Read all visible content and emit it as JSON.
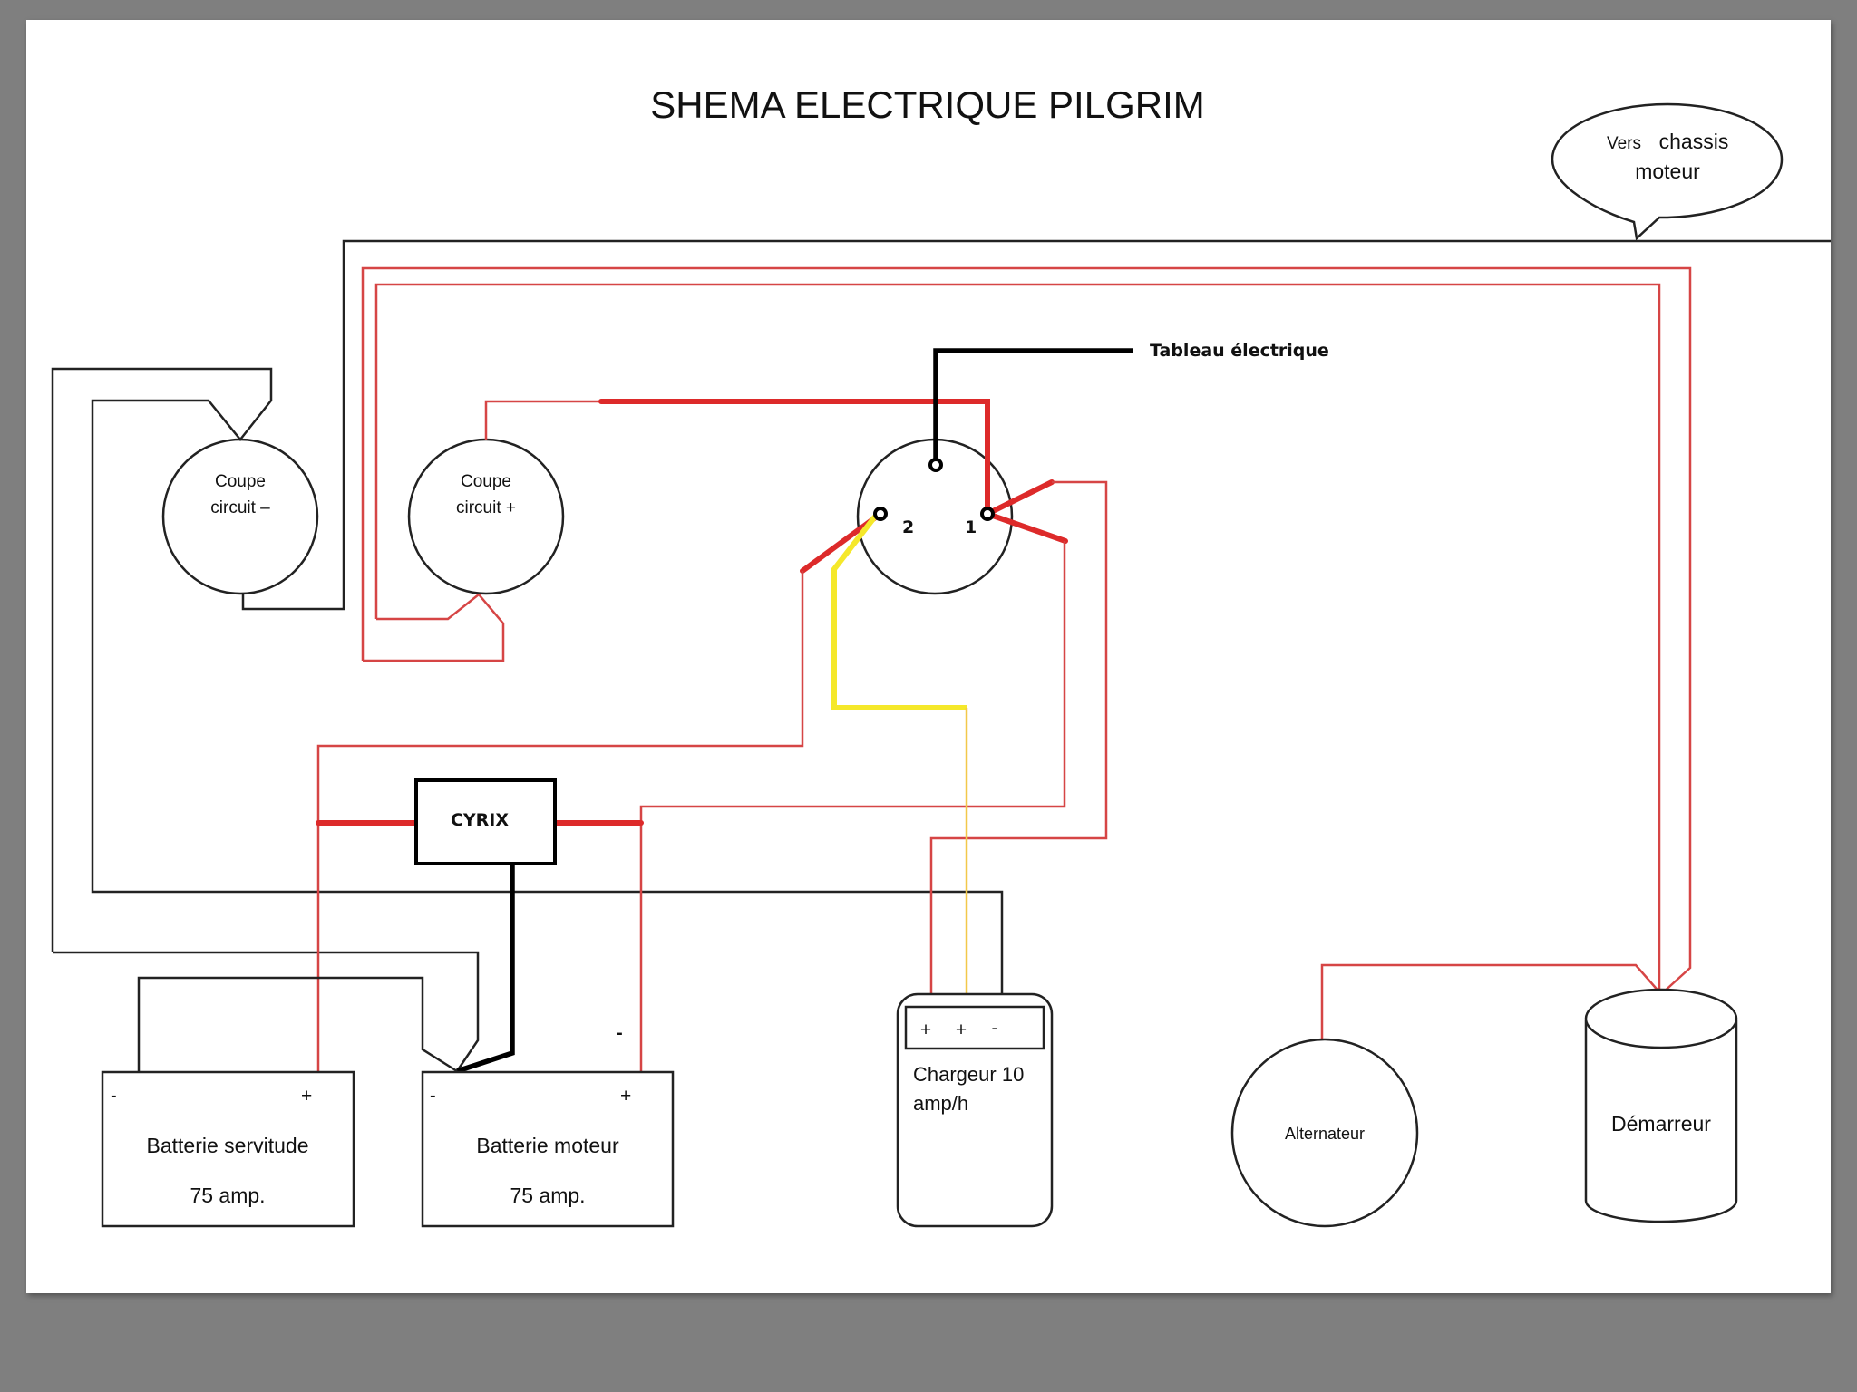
{
  "title": "SHEMA ELECTRIQUE PILGRIM",
  "callout": {
    "line1_a": "Vers",
    "line1_b": "chassis",
    "line2": "moteur"
  },
  "panel_label": "Tableau électrique",
  "switch": {
    "terminal_2": "2",
    "terminal_1": "1"
  },
  "cutoff_neg": {
    "line1": "Coupe",
    "line2": "circuit –"
  },
  "cutoff_pos": {
    "line1": "Coupe",
    "line2": "circuit +"
  },
  "cyrix": {
    "label": "CYRIX"
  },
  "battery_service": {
    "minus": "-",
    "plus": "+",
    "name": "Batterie servitude",
    "capacity": "75 amp."
  },
  "battery_engine": {
    "minus": "-",
    "plus": "+",
    "name": "Batterie moteur",
    "capacity": "75 amp.",
    "stray_mark": "-"
  },
  "charger": {
    "term1": "+",
    "term2": "+",
    "term3": "-",
    "line1": "Chargeur 10",
    "line2": "amp/h"
  },
  "alternator": {
    "label": "Alternateur"
  },
  "starter": {
    "label": "Démarreur"
  },
  "colors": {
    "positive_wire": "#dd2a2a",
    "negative_wire": "#222222",
    "charger_wire": "#f5e82a",
    "background": "#7f7f7f",
    "page": "#ffffff"
  }
}
